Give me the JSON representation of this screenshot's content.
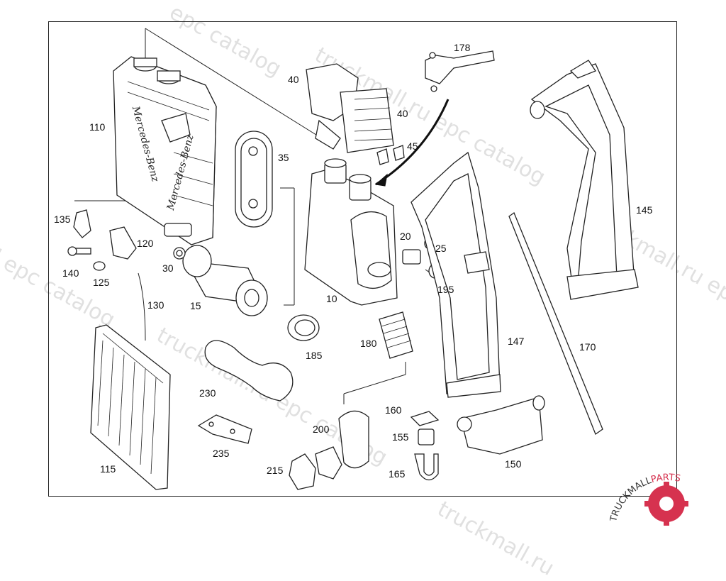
{
  "diagram": {
    "brand_text": "Mercedes-Benz",
    "callouts": [
      {
        "id": "10",
        "text": "10"
      },
      {
        "id": "15",
        "text": "15"
      },
      {
        "id": "20",
        "text": "20"
      },
      {
        "id": "25",
        "text": "25"
      },
      {
        "id": "30",
        "text": "30"
      },
      {
        "id": "35",
        "text": "35"
      },
      {
        "id": "40a",
        "text": "40"
      },
      {
        "id": "40b",
        "text": "40"
      },
      {
        "id": "45",
        "text": "45"
      },
      {
        "id": "110",
        "text": "110"
      },
      {
        "id": "115",
        "text": "115"
      },
      {
        "id": "120",
        "text": "120"
      },
      {
        "id": "125",
        "text": "125"
      },
      {
        "id": "130",
        "text": "130"
      },
      {
        "id": "135",
        "text": "135"
      },
      {
        "id": "140",
        "text": "140"
      },
      {
        "id": "145",
        "text": "145"
      },
      {
        "id": "147",
        "text": "147"
      },
      {
        "id": "150",
        "text": "150"
      },
      {
        "id": "155",
        "text": "155"
      },
      {
        "id": "160",
        "text": "160"
      },
      {
        "id": "165",
        "text": "165"
      },
      {
        "id": "170",
        "text": "170"
      },
      {
        "id": "178",
        "text": "178"
      },
      {
        "id": "180",
        "text": "180"
      },
      {
        "id": "185",
        "text": "185"
      },
      {
        "id": "195",
        "text": "195"
      },
      {
        "id": "200",
        "text": "200"
      },
      {
        "id": "215",
        "text": "215"
      },
      {
        "id": "230",
        "text": "230"
      },
      {
        "id": "235",
        "text": "235"
      }
    ]
  },
  "watermark": {
    "text_1": "epc catalog",
    "text_2": "truckmall.ru epc catalog",
    "text_3": "l epc catalog",
    "text_4": "truckmall.ru epc catalog",
    "text_5": "truckmall.ru epc catalog",
    "text_6": "truckmall.ru",
    "text_7": "truck"
  },
  "logo": {
    "text_dark": "TRUCKMALL",
    "text_accent": "PARTS",
    "accent_color": "#d6324f",
    "dark_color": "#333333"
  }
}
